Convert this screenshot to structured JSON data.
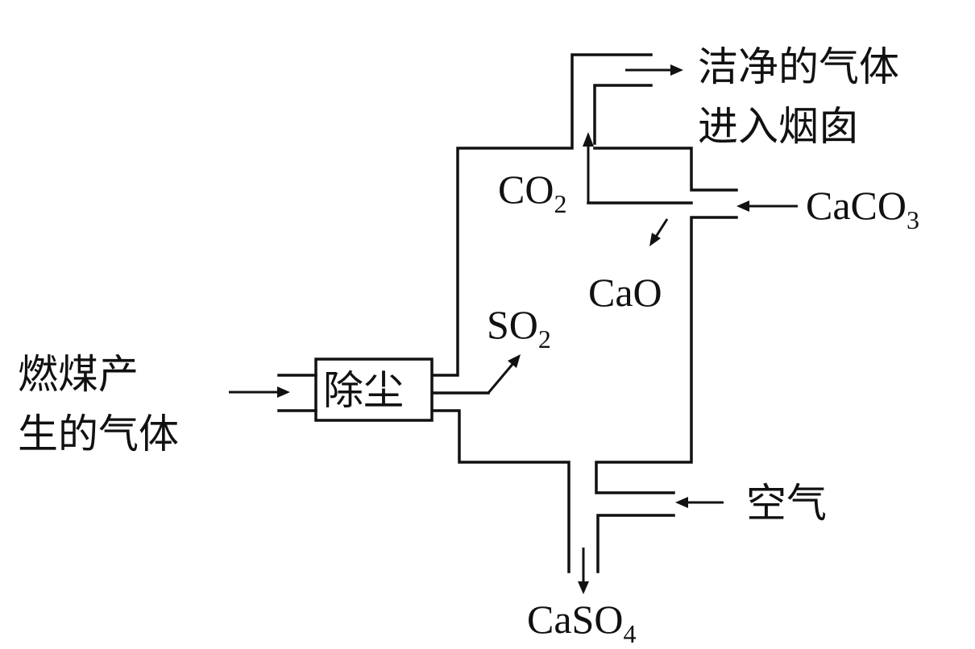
{
  "labels": {
    "clean_gas_line1": "洁净的气体",
    "clean_gas_line2": "进入烟囱",
    "coal_gas_line1": "燃煤产",
    "coal_gas_line2": "生的气体",
    "dust_removal": "除尘",
    "air": "空气",
    "co2_main": "CO",
    "co2_sub": "2",
    "caco3_main": "CaCO",
    "caco3_sub": "3",
    "cao": "CaO",
    "so2_main": "SO",
    "so2_sub": "2",
    "caso4_main": "CaSO",
    "caso4_sub": "4"
  }
}
